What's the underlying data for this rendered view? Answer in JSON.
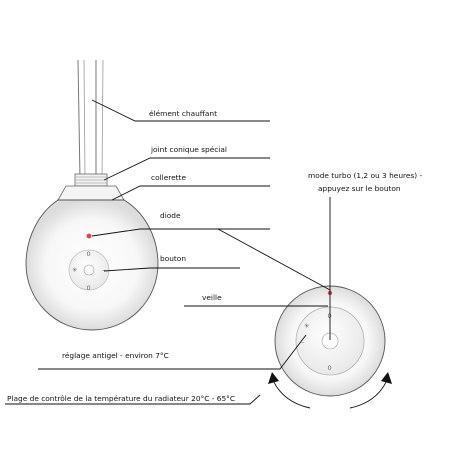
{
  "labels": {
    "heating_element": "élément chauffant",
    "conical_joint": "joint conique spécial",
    "collar": "collerette",
    "diode": "diode",
    "button": "bouton",
    "standby": "veille",
    "antifreeze": "réglage antigel - environ 7°C",
    "turbo_line1": "mode turbo (1,2 ou 3 heures) -",
    "turbo_line2": "appuyez sur le bouton",
    "temperature_range": "Plage de contrôle de la température du radiateur 20°C - 65°C"
  },
  "dial_symbols": {
    "antifreeze_symbol": "✳",
    "minus": "–",
    "scale_mark": "0"
  },
  "colors": {
    "diode": "#e0443c",
    "outline": "#555555",
    "leader_lines": "#111111"
  },
  "icons": [
    "snowflake-icon",
    "diode-led-icon",
    "turbo-button-icon"
  ]
}
